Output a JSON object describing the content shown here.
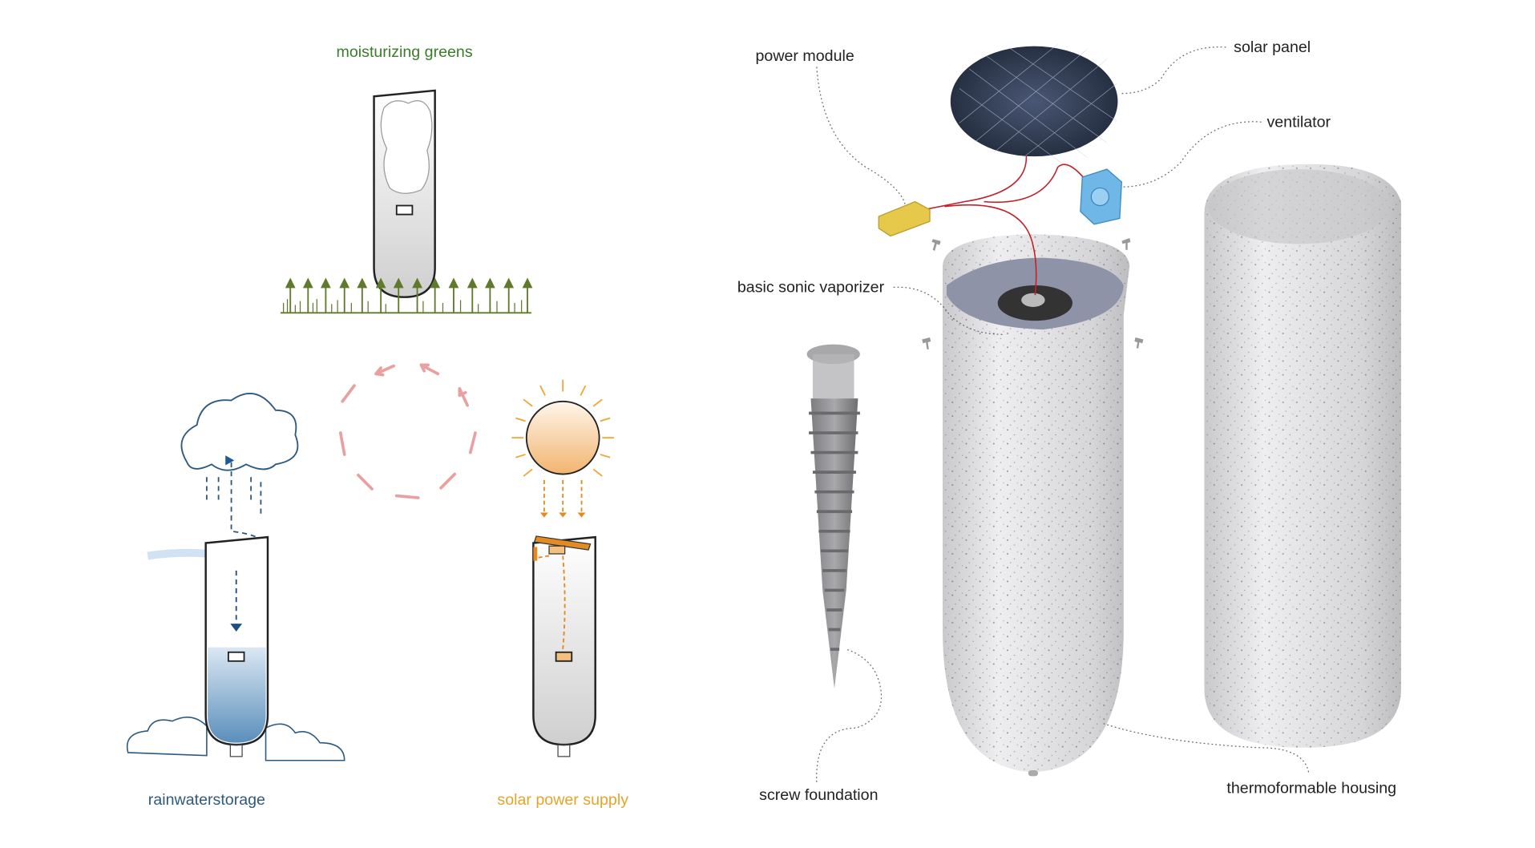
{
  "left_panel": {
    "moisturizing_label": "moisturizing greens",
    "rainwater_label": "rainwaterstorage",
    "solar_supply_label": "solar power supply"
  },
  "right_panel": {
    "labels": {
      "power_module": "power module",
      "solar_panel": "solar panel",
      "ventilator": "ventilator",
      "vaporizer": "basic sonic vaporizer",
      "screw_foundation": "screw foundation",
      "housing": "thermoformable housing"
    }
  },
  "colors": {
    "green": "#3a7d2a",
    "blue": "#2d5a80",
    "orange": "#e3a52a",
    "pink": "#e9a0a0"
  }
}
